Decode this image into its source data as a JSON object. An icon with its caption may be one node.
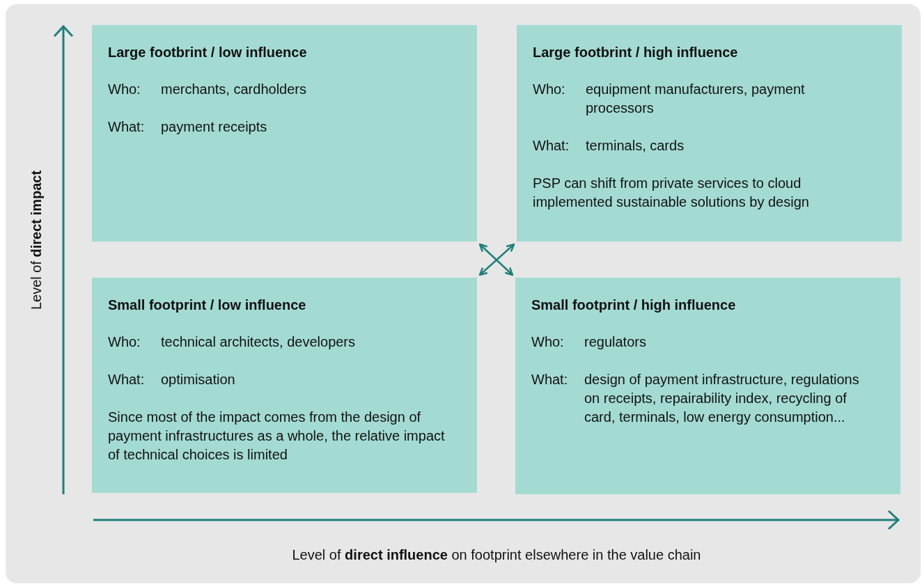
{
  "diagram": {
    "nodes": [
      {
        "text": [
          "Large footbrint / low influence",
          "Who:",
          "merchants, cardholders",
          "What:",
          "payment receipts"
        ]
      },
      {
        "text": [
          "Large footbrint / high influence",
          "Who:",
          "equipment manufacturers, payment processors",
          "What:",
          "terminals, cards",
          "PSP can shift from private services to cloud implemented sustainable solutions by design"
        ]
      },
      {
        "text": [
          "Small footprint / low influence",
          "Who:",
          "technical architects, developers",
          "What:",
          "optimisation",
          "Since most of the impact comes from the design of payment infrastructures as a whole, the relative impact of technical choices is limited"
        ]
      },
      {
        "text": [
          "Small footprint / high influence",
          "Who:",
          "regulators",
          "What:",
          "design of payment infrastructure, regulations on receipts, repairability index, recycling of card, terminals, low energy consumption..."
        ]
      }
    ],
    "edges": [
      {
        "from": 0,
        "to": 3,
        "arrow": "both"
      },
      {
        "from": 1,
        "to": 2,
        "arrow": "both"
      }
    ],
    "labels": [
      "Level of **direct impact**",
      "Level of **direct influence** on footprint elsewhere in the value chain"
    ]
  }
}
